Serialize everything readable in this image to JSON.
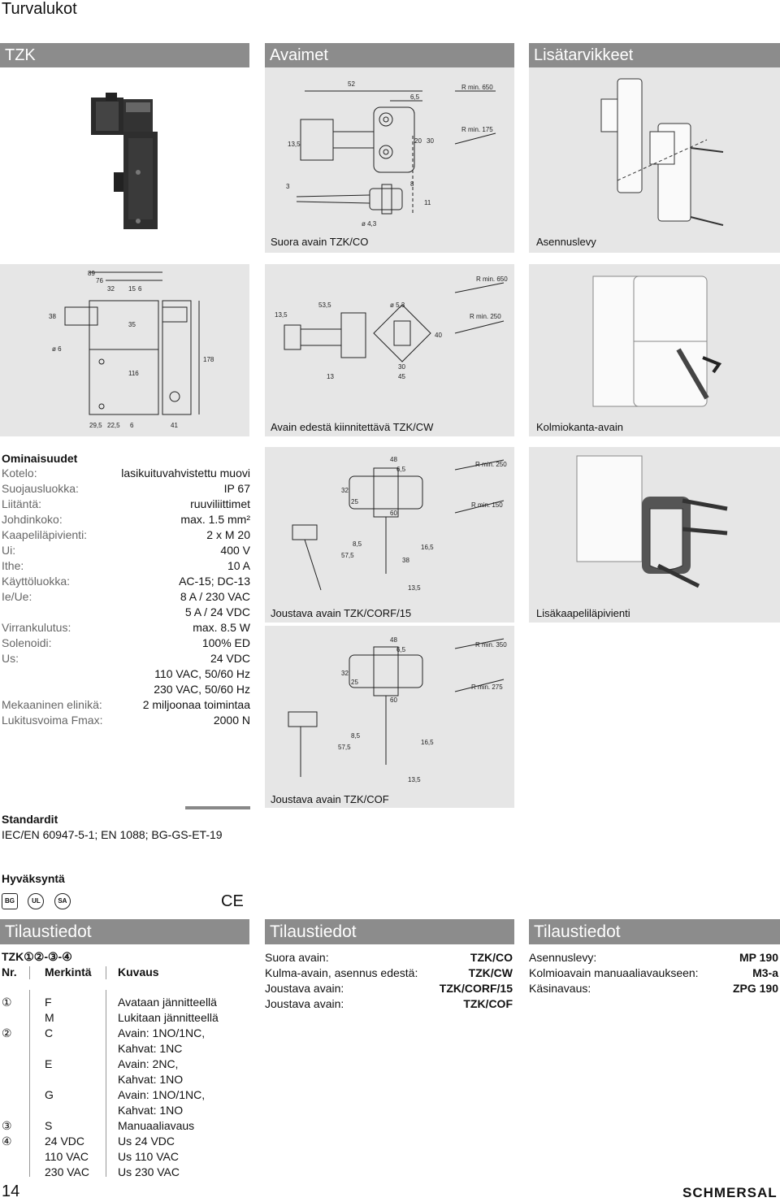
{
  "page": {
    "title": "Turvalukot",
    "number": "14",
    "brand": "SCHMERSAL"
  },
  "sections": {
    "tzk": "TZK",
    "avaimet": "Avaimet",
    "lisatarvikkeet": "Lisätarvikkeet"
  },
  "captions": {
    "suora": "Suora avain TZK/CO",
    "asennuslevy": "Asennuslevy",
    "edesta": "Avain edestä kiinnitettävä TZK/CW",
    "kolmiokanta": "Kolmiokanta-avain",
    "corf": "Joustava avain TZK/CORF/15",
    "lisakaapeli": "Lisäkaapeliläpivienti",
    "cof": "Joustava avain TZK/COF"
  },
  "properties": {
    "heading": "Ominaisuudet",
    "rows": [
      {
        "label": "Kotelo:",
        "value": "lasikuituvahvistettu muovi"
      },
      {
        "label": "Suojausluokka:",
        "value": "IP 67"
      },
      {
        "label": "Liitäntä:",
        "value": "ruuviliittimet"
      },
      {
        "label": "Johdinkoko:",
        "value": "max. 1.5 mm²"
      },
      {
        "label": "Kaapeliläpivienti:",
        "value": "2 x M 20"
      },
      {
        "label": "Ui:",
        "value": "400 V"
      },
      {
        "label": "Ithe:",
        "value": "10 A"
      },
      {
        "label": "Käyttöluokka:",
        "value": "AC-15; DC-13"
      },
      {
        "label": "Ie/Ue:",
        "value": "8 A / 230 VAC"
      },
      {
        "label": "",
        "value": "5 A / 24 VDC"
      },
      {
        "label": "Virrankulutus:",
        "value": "max. 8.5 W"
      },
      {
        "label": "Solenoidi:",
        "value": "100% ED"
      },
      {
        "label": "Us:",
        "value": "24 VDC"
      },
      {
        "label": "",
        "value": "110 VAC, 50/60 Hz"
      },
      {
        "label": "",
        "value": "230 VAC, 50/60 Hz"
      },
      {
        "label": "Mekaaninen elinikä:",
        "value": "2 miljoonaa toimintaa"
      },
      {
        "label": "Lukitusvoima Fmax:",
        "value": "2000 N"
      }
    ]
  },
  "standards": {
    "heading": "Standardit",
    "text": "IEC/EN 60947-5-1; EN 1088; BG-GS-ET-19"
  },
  "approval": {
    "heading": "Hyväksyntä",
    "marks": [
      "BG",
      "UL",
      "SA",
      "CE"
    ]
  },
  "order": {
    "heading": "Tilaustiedot",
    "code": "TZK①②-③-④",
    "col_nr": "Nr.",
    "col_merkinta": "Merkintä",
    "col_kuvaus": "Kuvaus",
    "rows": [
      {
        "nr": "①",
        "code": "F",
        "desc": "Avataan jännitteellä"
      },
      {
        "nr": "",
        "code": "M",
        "desc": "Lukitaan jännitteellä"
      },
      {
        "nr": "②",
        "code": "C",
        "desc": "Avain: 1NO/1NC,"
      },
      {
        "nr": "",
        "code": "",
        "desc": "Kahvat: 1NC"
      },
      {
        "nr": "",
        "code": "E",
        "desc": "Avain: 2NC,"
      },
      {
        "nr": "",
        "code": "",
        "desc": "Kahvat: 1NO"
      },
      {
        "nr": "",
        "code": "G",
        "desc": "Avain: 1NO/1NC,"
      },
      {
        "nr": "",
        "code": "",
        "desc": "Kahvat: 1NO"
      },
      {
        "nr": "③",
        "code": "S",
        "desc": "Manuaaliavaus"
      },
      {
        "nr": "④",
        "code": "24 VDC",
        "desc": "Us 24 VDC"
      },
      {
        "nr": "",
        "code": "110 VAC",
        "desc": "Us 110 VAC"
      },
      {
        "nr": "",
        "code": "230 VAC",
        "desc": "Us 230 VAC"
      }
    ]
  },
  "order_keys": {
    "heading": "Tilaustiedot",
    "rows": [
      {
        "label": "Suora avain:",
        "value": "TZK/CO"
      },
      {
        "label": "Kulma-avain, asennus edestä:",
        "value": "TZK/CW"
      },
      {
        "label": "Joustava avain:",
        "value": "TZK/CORF/15"
      },
      {
        "label": "Joustava avain:",
        "value": "TZK/COF"
      }
    ]
  },
  "order_acc": {
    "heading": "Tilaustiedot",
    "rows": [
      {
        "label": "Asennuslevy:",
        "value": "MP 190"
      },
      {
        "label": "Kolmioavain manuaaliavaukseen:",
        "value": "M3-a"
      },
      {
        "label": "Käsinavaus:",
        "value": "ZPG 190"
      }
    ]
  },
  "dims": {
    "co": [
      "52",
      "6,5",
      "13,5",
      "20",
      "30",
      "3",
      "8",
      "11",
      "ø 4,3",
      "R min. 650",
      "R min. 175"
    ],
    "body": [
      "89",
      "76",
      "32",
      "15",
      "6",
      "38",
      "35",
      "ø 6",
      "116",
      "178",
      "29,5",
      "22,5",
      "6",
      "41"
    ],
    "cw": [
      "53,5",
      "ø 5,3",
      "13,5",
      "40",
      "13",
      "30",
      "45",
      "R min. 650",
      "R min. 250"
    ],
    "corf": [
      "48",
      "6,5",
      "32",
      "25",
      "60",
      "57,5",
      "8,5",
      "38",
      "16,5",
      "13,5",
      "R min. 250",
      "R min. 150"
    ],
    "cof": [
      "48",
      "6,5",
      "32",
      "25",
      "60",
      "57,5",
      "8,5",
      "16,5",
      "13,5",
      "R min. 350",
      "R min. 275"
    ]
  }
}
